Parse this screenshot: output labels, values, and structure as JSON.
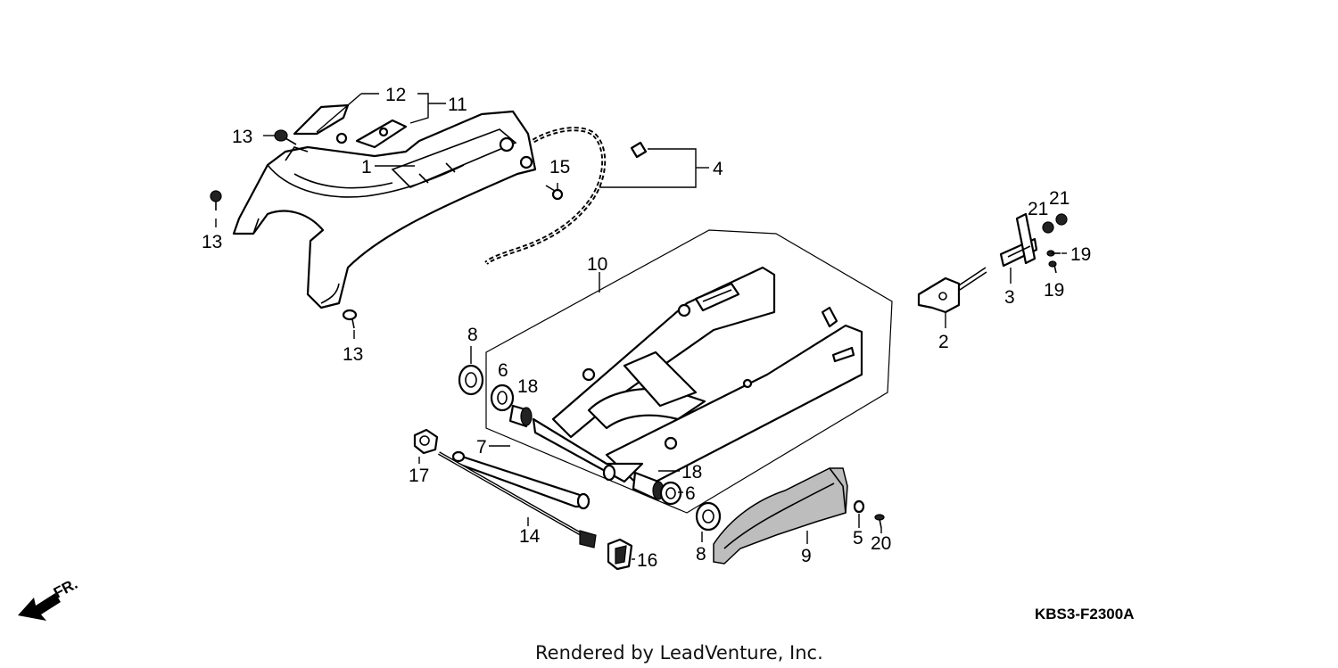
{
  "callouts": [
    {
      "id": "c12",
      "text": "12"
    },
    {
      "id": "c11",
      "text": "11"
    },
    {
      "id": "c13a",
      "text": "13"
    },
    {
      "id": "c1",
      "text": "1"
    },
    {
      "id": "c15",
      "text": "15"
    },
    {
      "id": "c4",
      "text": "4"
    },
    {
      "id": "c13b",
      "text": "13"
    },
    {
      "id": "c13c",
      "text": "13"
    },
    {
      "id": "c10",
      "text": "10"
    },
    {
      "id": "c21a",
      "text": "21"
    },
    {
      "id": "c21b",
      "text": "21"
    },
    {
      "id": "c19a",
      "text": "19"
    },
    {
      "id": "c3",
      "text": "3"
    },
    {
      "id": "c19b",
      "text": "19"
    },
    {
      "id": "c2",
      "text": "2"
    },
    {
      "id": "c8a",
      "text": "8"
    },
    {
      "id": "c6a",
      "text": "6"
    },
    {
      "id": "c18a",
      "text": "18"
    },
    {
      "id": "c7",
      "text": "7"
    },
    {
      "id": "c17",
      "text": "17"
    },
    {
      "id": "c18b",
      "text": "18"
    },
    {
      "id": "c6b",
      "text": "6"
    },
    {
      "id": "c14",
      "text": "14"
    },
    {
      "id": "c16",
      "text": "16"
    },
    {
      "id": "c8b",
      "text": "8"
    },
    {
      "id": "c9",
      "text": "9"
    },
    {
      "id": "c5",
      "text": "5"
    },
    {
      "id": "c20",
      "text": "20"
    }
  ],
  "direction_label": "FR.",
  "diagram_code": "KBS3-F2300A",
  "footer": "Rendered by LeadVenture, Inc."
}
